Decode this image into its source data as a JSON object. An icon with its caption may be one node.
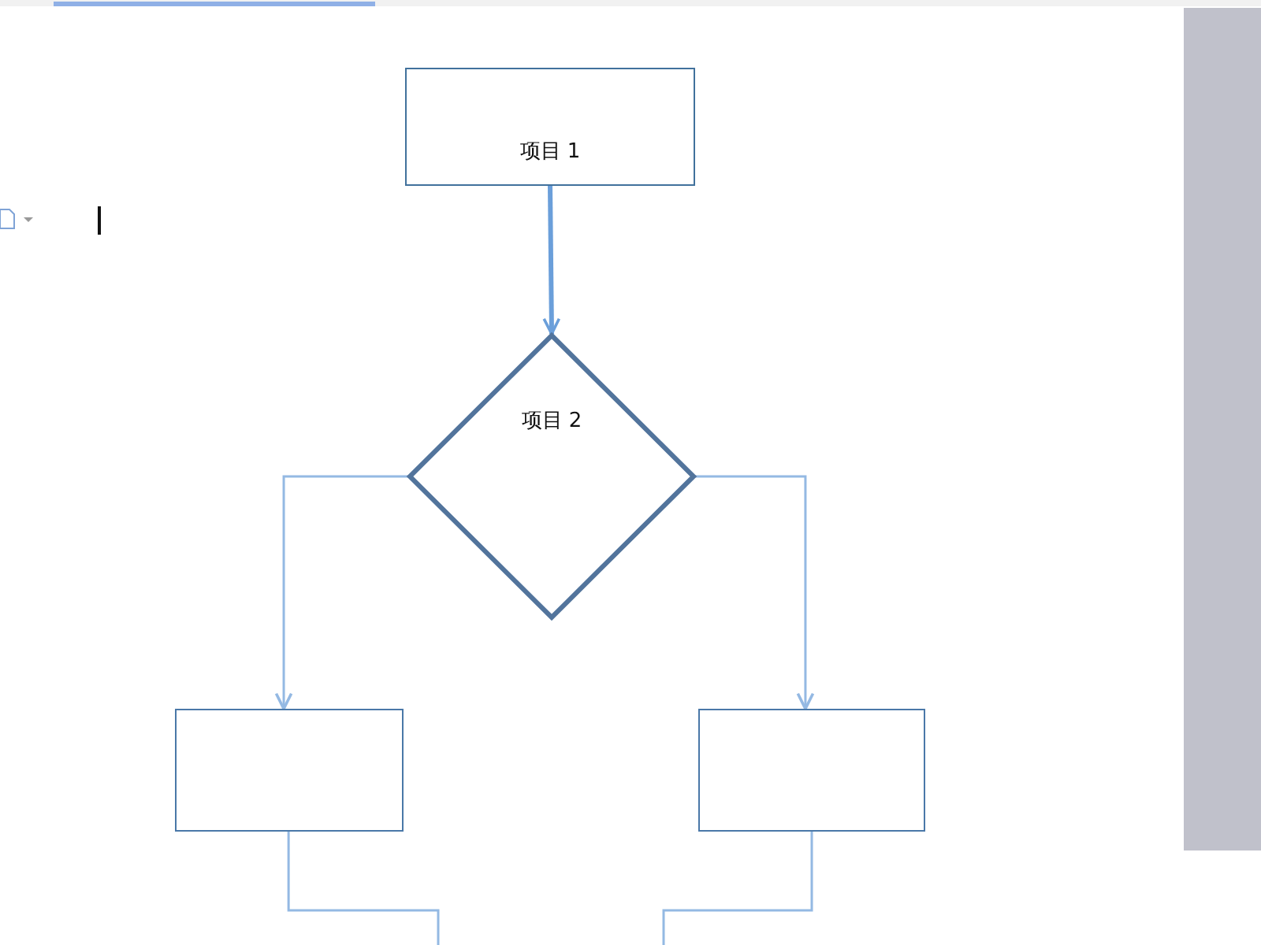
{
  "diagram": {
    "nodes": [
      {
        "text": [
          "项目 1"
        ]
      },
      {
        "text": [
          "项目 2"
        ]
      },
      {
        "text": [],
        "shape": "box"
      },
      {
        "text": [],
        "shape": "box"
      }
    ],
    "edges": [
      {
        "from": 0,
        "to": 1,
        "arrow": "to",
        "style": "thick"
      },
      {
        "from": 1,
        "to": 2,
        "arrow": "to"
      },
      {
        "from": 1,
        "to": 3,
        "arrow": "to"
      },
      {
        "from": 2,
        "to": null,
        "arrow": "none"
      },
      {
        "from": 3,
        "to": null,
        "arrow": "none"
      }
    ]
  }
}
